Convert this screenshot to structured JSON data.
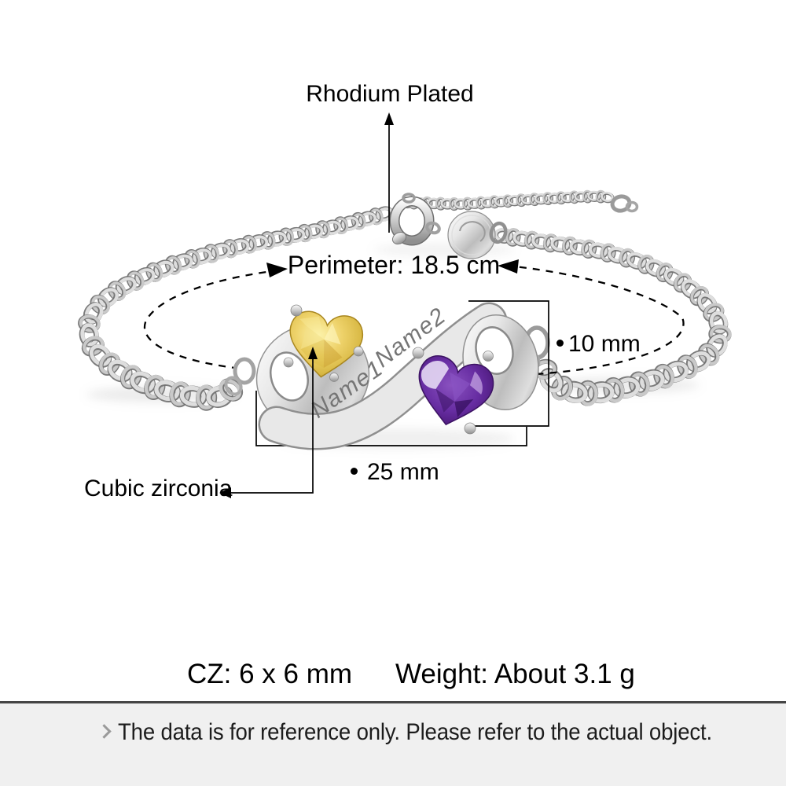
{
  "product": {
    "engraving_name1": "Name1",
    "engraving_name2": "Name2"
  },
  "annotations": {
    "plating": "Rhodium Plated",
    "perimeter": "Perimeter: 18.5 cm",
    "pendant_height": "10 mm",
    "pendant_width": "25 mm",
    "stone_material": "Cubic zirconia",
    "bullet": "•"
  },
  "specs": {
    "cz_size": "CZ: 6 x 6 mm",
    "weight": "Weight: About 3.1 g"
  },
  "footer": {
    "note": "The data is for reference only. Please refer to the actual object."
  },
  "colors": {
    "background": "#ffffff",
    "annotation_text": "#000000",
    "metal_light": "#f6f6f6",
    "metal_mid": "#c0c0c0",
    "metal_dark": "#8e8e8e",
    "stone_yellow": "#e3c455",
    "stone_purple": "#5a2491",
    "engraving_text": "#757575",
    "footer_background": "#f0f0f0",
    "footer_border": "#454545",
    "footer_text": "#1c1c1c",
    "footer_chevron": "#9a9a9a"
  }
}
